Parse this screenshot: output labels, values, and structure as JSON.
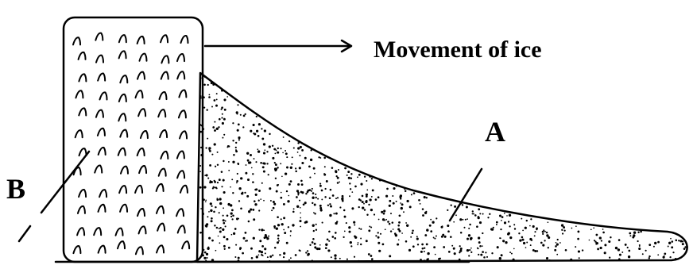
{
  "labels": {
    "movement": "Movement of ice",
    "a": "A",
    "b": "B"
  },
  "parts": {
    "ice_block": "ice-mass-with-caret-texture",
    "deposit": "stippled-sediment-deposit"
  },
  "colors": {
    "ink": "#000000",
    "background": "#ffffff"
  }
}
